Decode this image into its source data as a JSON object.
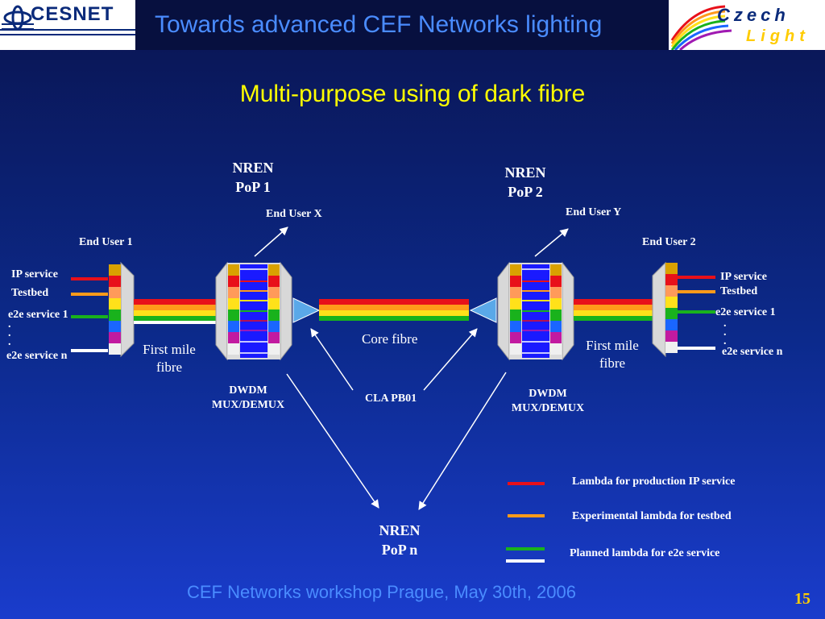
{
  "header": {
    "logo_text": "CESNET",
    "title": "Towards advanced CEF Networks lighting",
    "czech_light_top": "Czech",
    "czech_light_bottom": "Light"
  },
  "subtitle": "Multi-purpose using of dark fibre",
  "pops": {
    "pop1": {
      "line1": "NREN",
      "line2": "PoP 1"
    },
    "pop2": {
      "line1": "NREN",
      "line2": "PoP 2"
    },
    "popn": {
      "line1": "NREN",
      "line2": "PoP n"
    }
  },
  "end_users": {
    "x": "End User  X",
    "y": "End User  Y",
    "u1": "End User 1",
    "u2": "End User 2"
  },
  "left_services": [
    "IP service",
    "Testbed",
    "e2e service 1",
    "e2e service n"
  ],
  "right_services": [
    "IP service",
    "Testbed",
    "e2e service 1",
    "e2e service n"
  ],
  "dots": ".",
  "fibres": {
    "first_mile_left_1": "First mile",
    "first_mile_left_2": "fibre",
    "first_mile_right_1": "First mile",
    "first_mile_right_2": "fibre",
    "core": "Core fibre"
  },
  "dwdm_left": {
    "line1": "DWDM",
    "line2": "MUX/DEMUX"
  },
  "dwdm_right": {
    "line1": "DWDM",
    "line2": "MUX/DEMUX"
  },
  "cla": "CLA PB01",
  "legend": [
    {
      "label": "Lambda for production IP service",
      "colors": [
        "#e8101a"
      ]
    },
    {
      "label": "Experimental lambda for testbed",
      "colors": [
        "#ff9a1a"
      ]
    },
    {
      "label": "Planned lambda for e2e service",
      "colors": [
        "#19b21c",
        "#ffffff"
      ]
    }
  ],
  "footer": "CEF Networks workshop Prague, May 30th, 2006",
  "page_number": "15",
  "colors": {
    "background_top": "#0a1450",
    "background_bottom": "#1a3ccc",
    "title": "#4a8cff",
    "subtitle": "#ffff00",
    "ip_lambda": "#e8101a",
    "testbed_lambda": "#ff9a1a",
    "e2e_lambda": "#19b21c"
  }
}
